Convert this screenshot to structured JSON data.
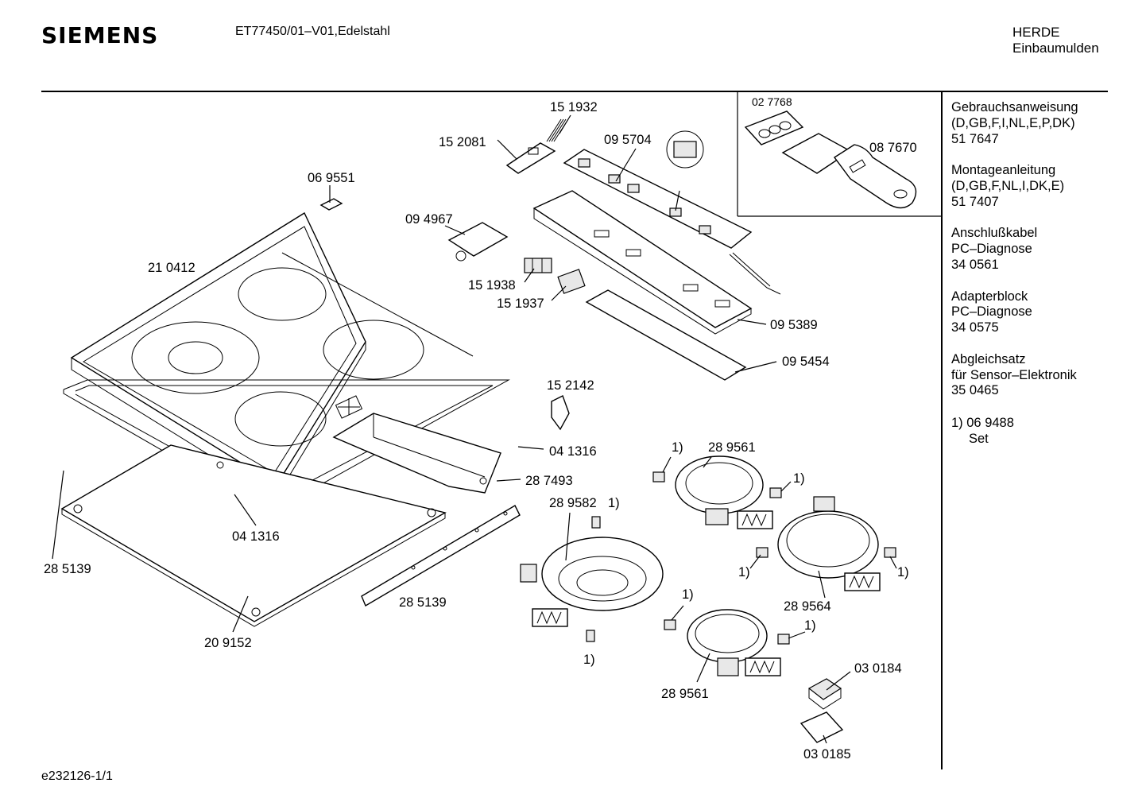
{
  "header": {
    "brand": "SIEMENS",
    "model": "ET77450/01–V01,Edelstahl",
    "category_line1": "HERDE",
    "category_line2": "Einbaumulden"
  },
  "footer": {
    "drawing_id": "e232126-1/1"
  },
  "documents": [
    {
      "lines": [
        "Gebrauchsanweisung",
        "(D,GB,F,I,NL,E,P,DK)",
        "51 7647"
      ]
    },
    {
      "lines": [
        "Montageanleitung",
        "(D,GB,F,NL,I,DK,E)",
        "51 7407"
      ]
    },
    {
      "lines": [
        "Anschlußkabel",
        "PC–Diagnose",
        "34 0561"
      ]
    },
    {
      "lines": [
        "Adapterblock",
        "PC–Diagnose",
        "34 0575"
      ]
    },
    {
      "lines": [
        "Abgleichsatz",
        "für Sensor–Elektronik",
        "35 0465"
      ]
    }
  ],
  "footnote": {
    "marker_line": "1)  06 9488",
    "set_line": "Set"
  },
  "parts": {
    "p151932": "15 1932",
    "p152081": "15 2081",
    "p095704": "09 5704",
    "p069551": "06 9551",
    "p094967": "09 4967",
    "p210412": "21 0412",
    "p151938": "15 1938",
    "p151937": "15 1937",
    "p095389": "09 5389",
    "p095454": "09 5454",
    "p152142": "15 2142",
    "p041316a": "04 1316",
    "p287493": "28 7493",
    "p041316b": "04 1316",
    "p285139a": "28 5139",
    "p285139b": "28 5139",
    "p209152": "20 9152",
    "p289582": "28 9582",
    "p289561a": "28 9561",
    "p289564": "28 9564",
    "p289561b": "28 9561",
    "p030184": "03 0184",
    "p030185": "03 0185",
    "p027768": "02 7768",
    "p087670": "08 7670",
    "fn": "1)"
  }
}
